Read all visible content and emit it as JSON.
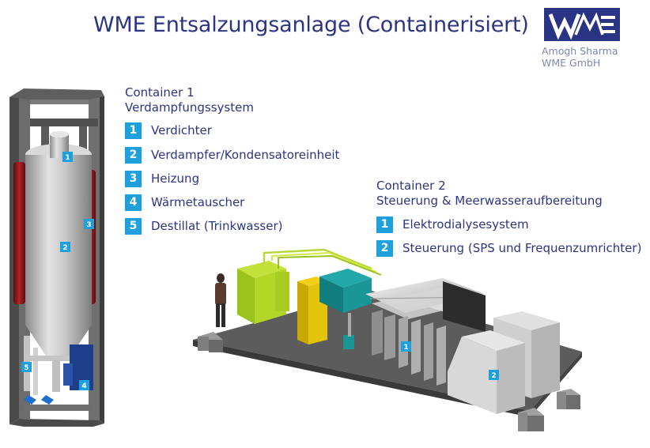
{
  "title": "WME Entsalzungsanlage (Containerisiert)",
  "logo": {
    "text": "WME",
    "bg_color": "#2a3485"
  },
  "author": {
    "name": "Amogh Sharma",
    "company": "WME GmbH"
  },
  "accent_color": "#1ea0dc",
  "container1": {
    "line1": "Container 1",
    "line2": "Verdampfungssystem",
    "items": [
      {
        "num": "1",
        "label": "Verdichter"
      },
      {
        "num": "2",
        "label": "Verdampfer/Kondensatoreinheit"
      },
      {
        "num": "3",
        "label": "Heizung"
      },
      {
        "num": "4",
        "label": "Wärmetauscher"
      },
      {
        "num": "5",
        "label": "Destillat (Trinkwasser)"
      }
    ],
    "markers": [
      "1",
      "2",
      "3",
      "4",
      "5"
    ]
  },
  "container2": {
    "line1": "Container 2",
    "line2": "Steuerung & Meerwasseraufbereitung",
    "items": [
      {
        "num": "1",
        "label": "Elektrodialysesystem"
      },
      {
        "num": "2",
        "label": "Steuerung (SPS und Frequenzumrichter)"
      }
    ],
    "markers": [
      "1",
      "2"
    ]
  }
}
